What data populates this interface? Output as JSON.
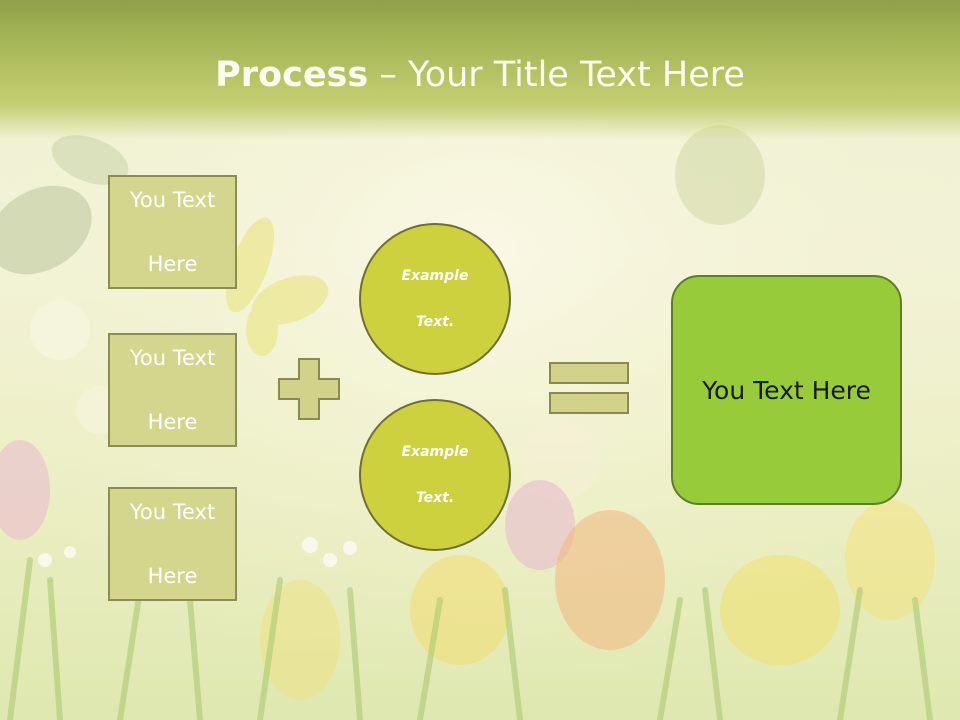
{
  "title": {
    "bold": "Process",
    "dash": " – ",
    "rest": "Your Title Text Here"
  },
  "left_boxes": [
    {
      "line1": "You Text",
      "line2": "Here"
    },
    {
      "line1": "You Text",
      "line2": "Here"
    },
    {
      "line1": "You Text",
      "line2": "Here"
    }
  ],
  "circles": [
    {
      "line1": "Example",
      "line2": "Text."
    },
    {
      "line1": "Example",
      "line2": "Text."
    }
  ],
  "result": {
    "label": "You Text Here"
  },
  "colors": {
    "box_fill": "#d4d68e",
    "circle_fill": "#cdd13d",
    "result_fill": "#97cb3a",
    "operator_fill": "#d3d28b"
  }
}
